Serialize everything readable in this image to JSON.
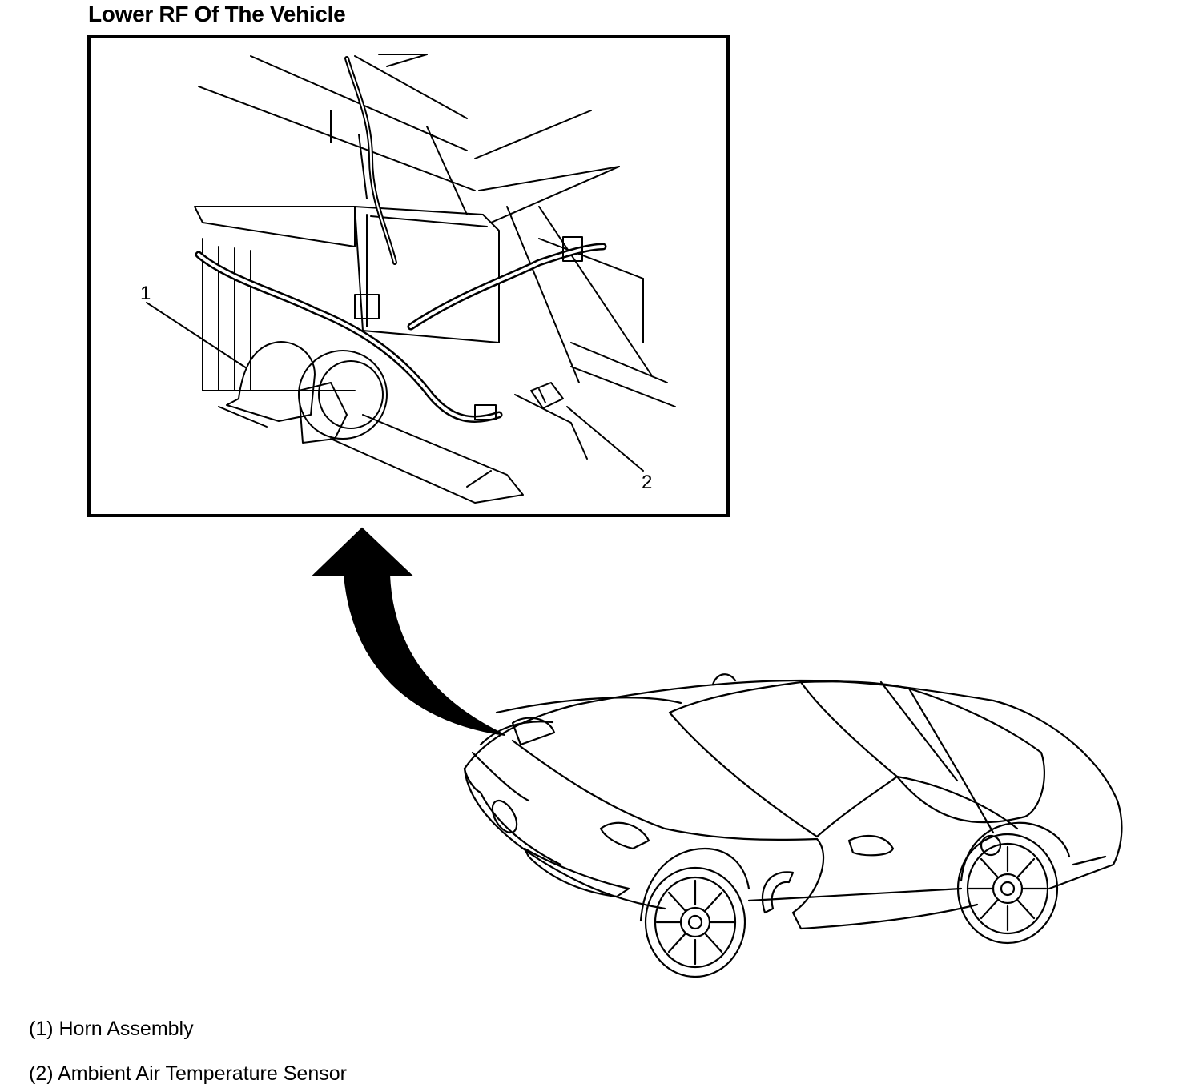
{
  "title": "Lower RF Of The Vehicle",
  "callouts": [
    {
      "number": "1",
      "label": "Horn Assembly"
    },
    {
      "number": "2",
      "label": "Ambient Air Temperature Sensor"
    }
  ],
  "legend": [
    {
      "text": "(1) Horn Assembly"
    },
    {
      "text": "(2) Ambient Air Temperature Sensor"
    }
  ]
}
